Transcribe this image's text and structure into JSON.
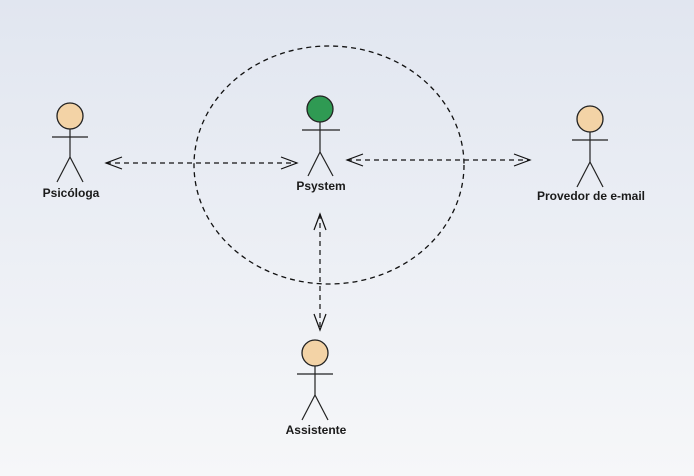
{
  "diagram": {
    "actors": [
      {
        "id": "psicologa",
        "label": "Psicóloga",
        "role": "user"
      },
      {
        "id": "psystem",
        "label": "Psystem",
        "role": "system"
      },
      {
        "id": "provedor",
        "label": "Provedor de e-mail",
        "role": "user"
      },
      {
        "id": "assistente",
        "label": "Assistente",
        "role": "user"
      }
    ],
    "relations": [
      {
        "from": "psicologa",
        "to": "psystem",
        "style": "dashed",
        "arrows": "both"
      },
      {
        "from": "psystem",
        "to": "provedor",
        "style": "dashed",
        "arrows": "both"
      },
      {
        "from": "psystem",
        "to": "assistente",
        "style": "dashed",
        "arrows": "both"
      }
    ],
    "colors": {
      "user_head": "#f3d3a6",
      "system_head": "#2f9a53",
      "line": "#111111"
    }
  }
}
